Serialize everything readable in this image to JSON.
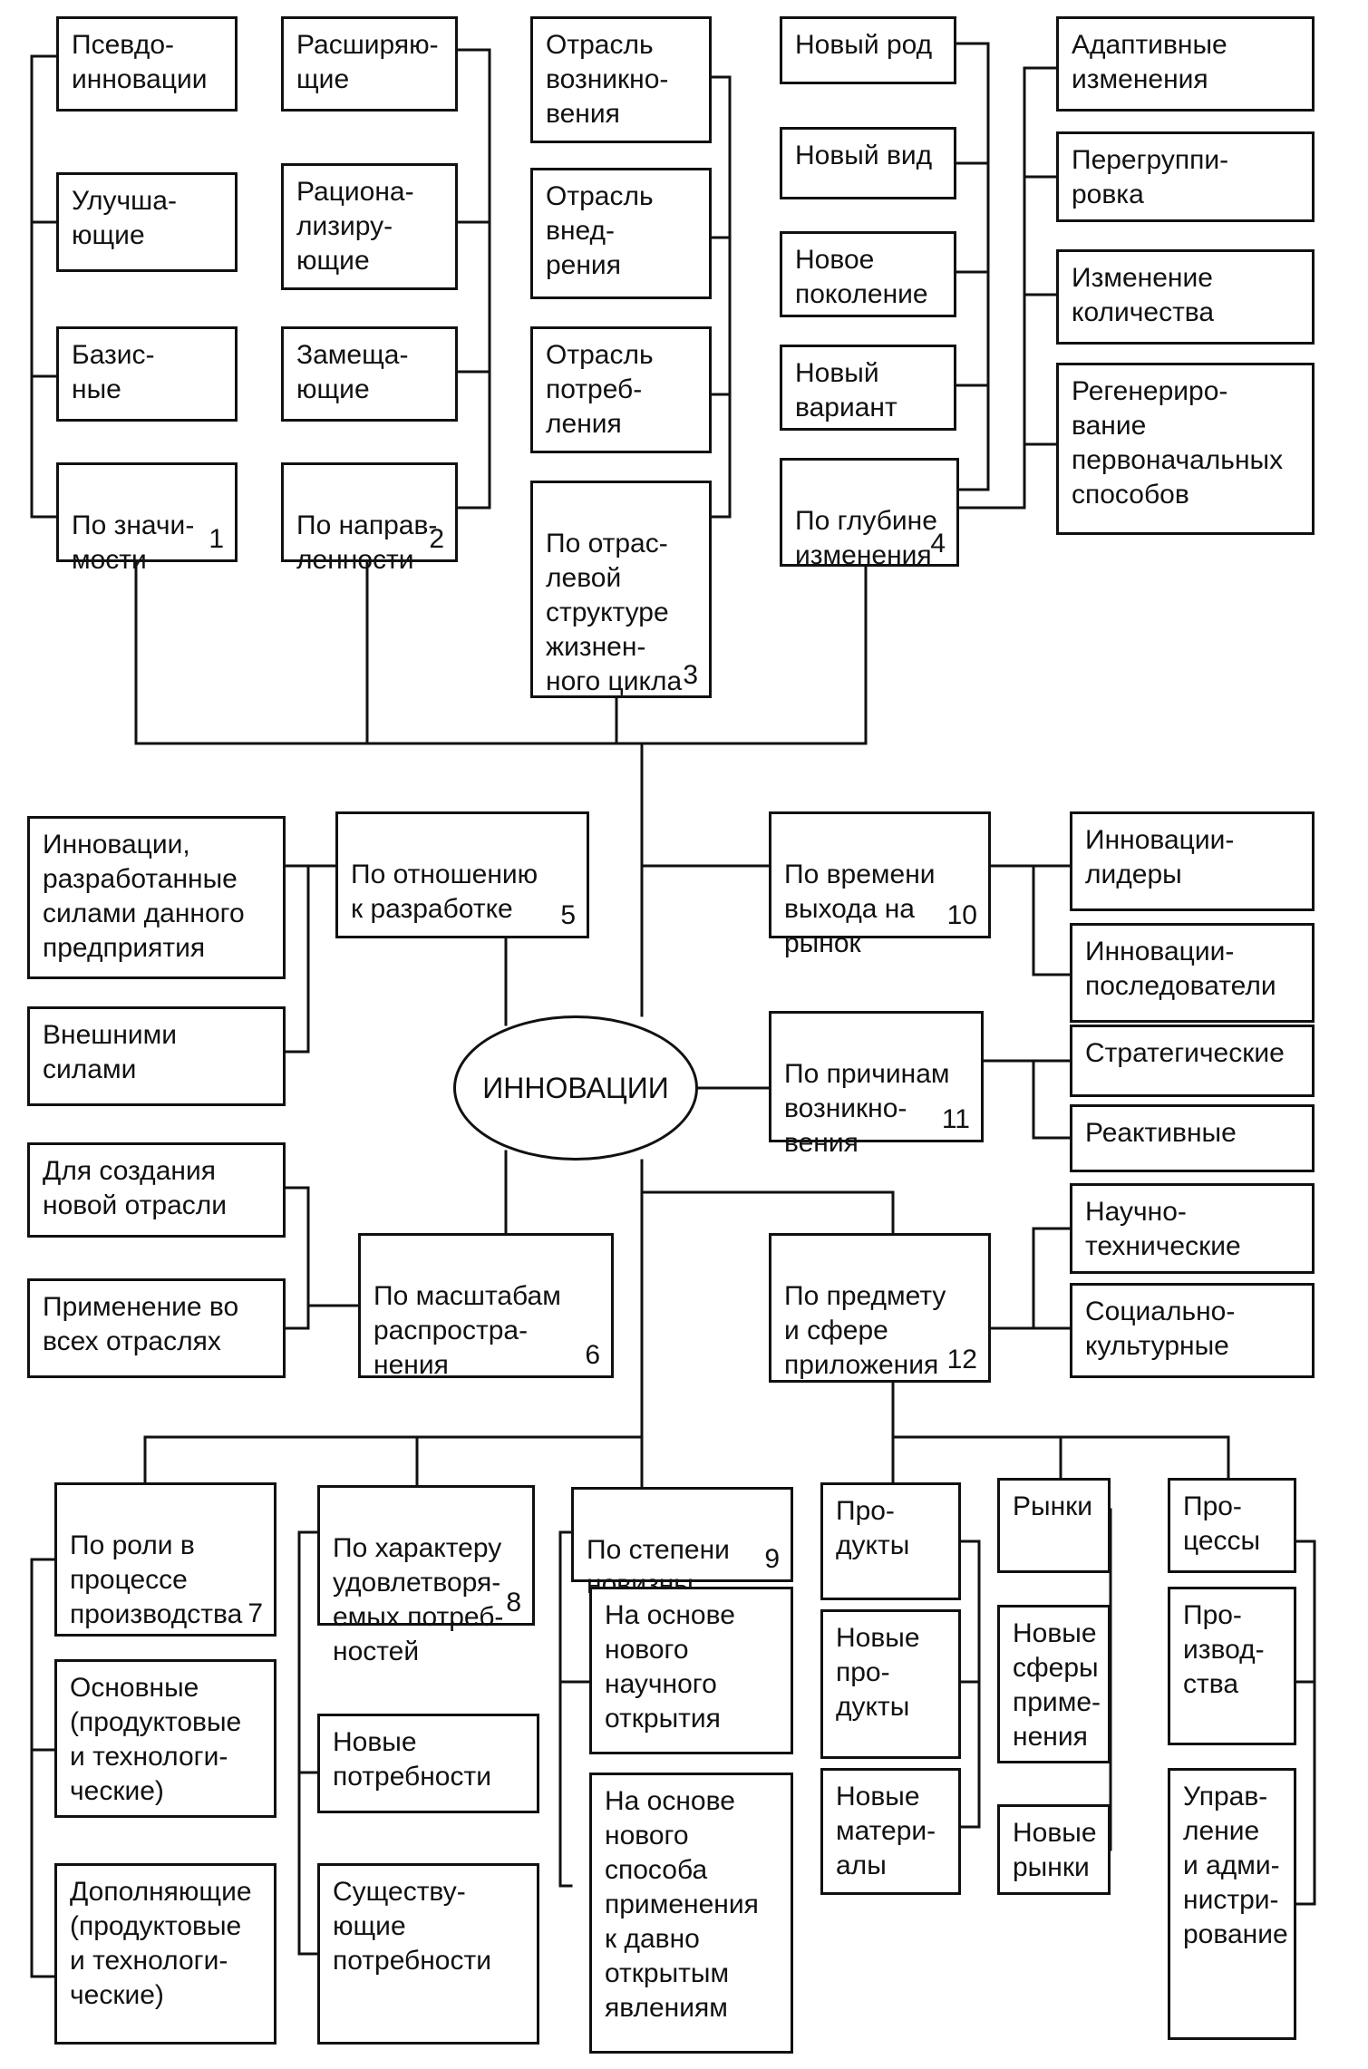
{
  "center": "ИННОВАЦИИ",
  "c1": {
    "title": "По значи-\nмости",
    "num": "1",
    "items": [
      "Псевдо-\nинновации",
      "Улучша-\nющие",
      "Базис-\nные"
    ]
  },
  "c2": {
    "title": "По направ-\nленности",
    "num": "2",
    "items": [
      "Расширяю-\nщие",
      "Рациона-\nлизиру-\nющие",
      "Замеща-\nющие"
    ]
  },
  "c3": {
    "title": "По отрас-\nлевой\nструктуре\nжизнен-\nного цикла",
    "num": "3",
    "items": [
      "Отрасль\nвозникно-\nвения",
      "Отрасль\nвнед-\nрения",
      "Отрасль\nпотреб-\nления"
    ]
  },
  "c4": {
    "title": "По глубине\nизменения",
    "num": "4",
    "items": [
      "Новый род",
      "Новый вид",
      "Новое\nпоколение",
      "Новый\nвариант"
    ],
    "right_items": [
      "Адаптивные\nизменения",
      "Перегруппи-\nровка",
      "Изменение\nколичества",
      "Регенериро-\nвание\nпервоначальных\nспособов"
    ]
  },
  "c5": {
    "title": "По отношению\nк разработке",
    "num": "5",
    "items": [
      "Инновации,\nразработанные\nсилами данного\nпредприятия",
      "Внешними\nсилами"
    ]
  },
  "c6": {
    "title": "По масштабам\nраспростра-\nнения",
    "num": "6",
    "items": [
      "Для создания\nновой отрасли",
      "Применение во\nвсех отраслях"
    ]
  },
  "c7": {
    "title": "По роли в\nпроцессе\nпроизводства",
    "num": "7",
    "items": [
      "Основные\n(продуктовые\nи технологи-\nческие)",
      "Дополняющие\n(продуктовые\nи технологи-\nческие)"
    ]
  },
  "c8": {
    "title": "По характеру\nудовлетворя-\nемых потреб-\nностей",
    "num": "8",
    "items": [
      "Новые\nпотребности",
      "Существу-\nющие\nпотребности"
    ]
  },
  "c9": {
    "title": "По степени\nновизны",
    "num": "9",
    "items": [
      "На основе\nнового\nнаучного\nоткрытия",
      "На основе\nнового\nспособа\nприменения\nк давно\nоткрытым\nявлениям"
    ]
  },
  "c10": {
    "title": "По времени\nвыхода на\nрынок",
    "num": "10",
    "items": [
      "Инновации-\nлидеры",
      "Инновации-\nпоследователи"
    ]
  },
  "c11": {
    "title": "По причинам\nвозникно-\nвения",
    "num": "11",
    "items": [
      "Стратегические",
      "Реактивные"
    ]
  },
  "c12": {
    "title": "По предмету\nи сфере\nприложения",
    "num": "12",
    "items": [
      "Научно-\nтехнические",
      "Социально-\nкультурные"
    ],
    "sub": [
      {
        "title": "Про-\nдукты",
        "items": [
          "Новые\nпро-\nдукты",
          "Новые\nматери-\nалы"
        ]
      },
      {
        "title": "Рынки",
        "items": [
          "Новые\nсферы\nприме-\nнения",
          "Новые\nрынки"
        ]
      },
      {
        "title": "Про-\nцессы",
        "items": [
          "Про-\nизвод-\nства",
          "Управ-\nление\nи адми-\nнистри-\nрование"
        ]
      }
    ]
  }
}
